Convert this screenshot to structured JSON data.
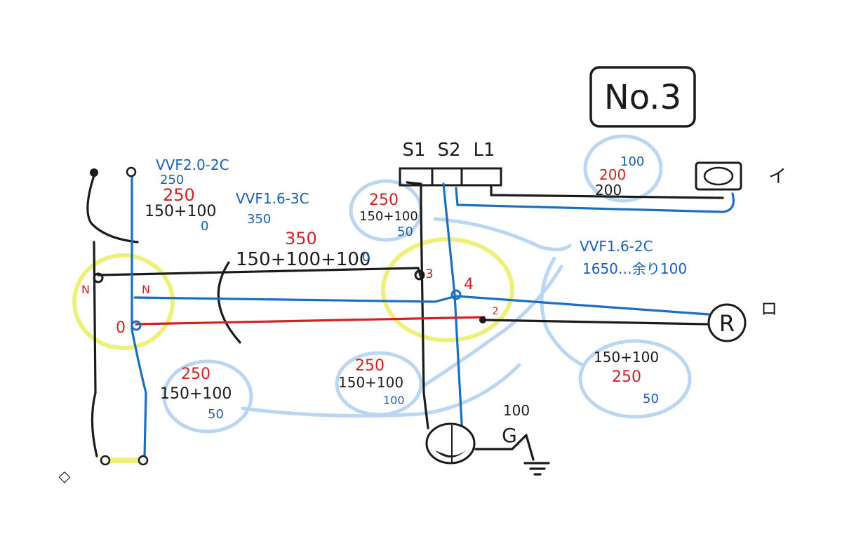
{
  "colors": {
    "black_wire": "#1b1b1b",
    "blue_wire": "#1a6fc0",
    "red_wire": "#d42020",
    "light_blue_mark": "#b9d6f2",
    "yellow_mark": "#eef07a"
  },
  "title": {
    "text": "No.3"
  },
  "switch_labels": {
    "s1": "S1",
    "s2": "S2",
    "l1": "L1"
  },
  "cables": {
    "main_feed": {
      "type": "VVF2.0-2C",
      "length": "250",
      "length_red": "250",
      "calc": "150+100",
      "remainder": "0"
    },
    "box_to_box": {
      "type": "VVF1.6-3C",
      "length": "350",
      "length_red": "350",
      "calc": "150+100+100",
      "remainder": "0"
    },
    "right_run": {
      "type": "VVF1.6-2C",
      "summary": "1650…余り100"
    }
  },
  "segments": {
    "switch_drop": {
      "red": "250",
      "calc": "150+100",
      "remainder": "50"
    },
    "lamp_i": {
      "blue": "100",
      "red": "200",
      "black": "200"
    },
    "left_lower": {
      "red": "250",
      "calc": "150+100",
      "remainder": "50"
    },
    "mid_lower": {
      "red": "250",
      "calc": "150+100",
      "remainder": "100"
    },
    "right_lower": {
      "calc": "150+100",
      "red": "250",
      "remainder": "50"
    },
    "outlet": {
      "value": "100"
    }
  },
  "junction_labels": {
    "left_n": "N",
    "left_n2": "N",
    "left_zero": "0",
    "right_3": "3",
    "right_4": "4",
    "right_2": "2"
  },
  "device_labels": {
    "lamp_i_mark": "イ",
    "lamp_ro_mark": "ロ",
    "receptacle": "R",
    "outlet_g": "G",
    "source_mark": "◇"
  }
}
